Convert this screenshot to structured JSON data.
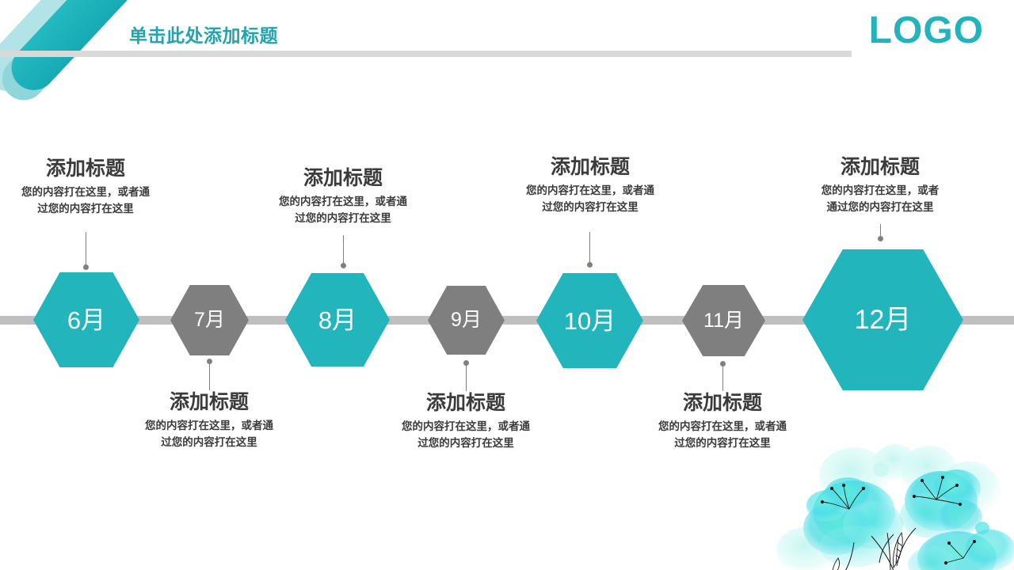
{
  "header": {
    "title": "单击此处添加标题",
    "logo": "LOGO"
  },
  "colors": {
    "teal": "#22b5bc",
    "teal_title": "#22a3ae",
    "gray_hex": "#7f7f7f",
    "timeline_bar": "#bfbfbf",
    "divider": "#d9d9d9",
    "text": "#3b3b3b"
  },
  "timeline": {
    "nodes": [
      {
        "month": "6月",
        "style": "teal",
        "position": "above",
        "title": "添加标题",
        "body_lines": [
          "您的内容打在这里，或者通",
          "过您的内容打在这里"
        ]
      },
      {
        "month": "7月",
        "style": "gray",
        "position": "below",
        "title": "添加标题",
        "body_lines": [
          "您的内容打在这里，或者通",
          "过您的内容打在这里"
        ]
      },
      {
        "month": "8月",
        "style": "teal",
        "position": "above",
        "title": "添加标题",
        "body_lines": [
          "您的内容打在这里，或者通",
          "过您的内容打在这里"
        ]
      },
      {
        "month": "9月",
        "style": "gray",
        "position": "below",
        "title": "添加标题",
        "body_lines": [
          "您的内容打在这里，或者通",
          "过您的内容打在这里"
        ]
      },
      {
        "month": "10月",
        "style": "teal",
        "position": "above",
        "title": "添加标题",
        "body_lines": [
          "您的内容打在这里，或者通",
          "过您的内容打在这里"
        ]
      },
      {
        "month": "11月",
        "style": "gray",
        "position": "below",
        "title": "添加标题",
        "body_lines": [
          "您的内容打在这里，或者通",
          "过您的内容打在这里"
        ]
      },
      {
        "month": "12月",
        "style": "teal",
        "position": "above",
        "title": "添加标题",
        "body_lines": [
          "您的内容打在这里，或者",
          "通过您的内容打在这里"
        ]
      }
    ]
  },
  "decoration": {
    "header_bars": "diagonal-rounded-bars",
    "bottom_right": "watercolor-flowers"
  }
}
